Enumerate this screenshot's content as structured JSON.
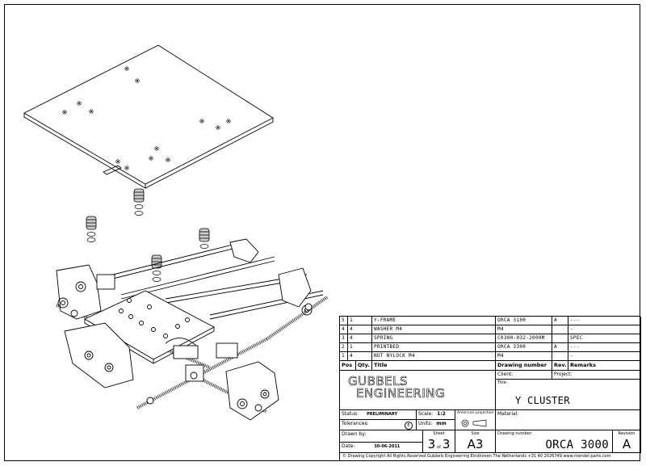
{
  "bom": {
    "header": {
      "pos": "Pos",
      "qty": "Qty.",
      "title": "Title",
      "drawing_number": "Drawing number",
      "rev": "Rev.",
      "remarks": "Remarks"
    },
    "rows": [
      {
        "pos": "5",
        "qty": "1",
        "title": "Y-FRAME",
        "drawing_number": "ORCA 3100",
        "rev": "A",
        "remarks": "---"
      },
      {
        "pos": "4",
        "qty": "4",
        "title": "WASHER M4",
        "drawing_number": "M4",
        "rev": "",
        "remarks": "-"
      },
      {
        "pos": "3",
        "qty": "4",
        "title": "SPRING",
        "drawing_number": "C0300-032-2000M",
        "rev": "",
        "remarks": "SPEC"
      },
      {
        "pos": "2",
        "qty": "1",
        "title": "PRINTBED",
        "drawing_number": "ORCA 3300",
        "rev": "A",
        "remarks": "---"
      },
      {
        "pos": "1",
        "qty": "4",
        "title": "NUT NYLOCK M4",
        "drawing_number": "M4",
        "rev": "",
        "remarks": "-"
      }
    ]
  },
  "titleblock": {
    "company_line1": "GUBBELS",
    "company_line2": "ENGINEERING",
    "client_label": "Client:",
    "project_label": "Project:",
    "title_label": "Title:",
    "title_value": "Y CLUSTER",
    "status_label": "Status:",
    "status_value": "PRELIMINARY",
    "scale_label": "Scale:",
    "scale_value": "1:2",
    "projection_label": "American projection",
    "material_label": "Material:",
    "tolerances_label": "Tolerances:",
    "tolerance_symbol": "E",
    "units_label": "Units:",
    "units_value": "mm",
    "drawn_by_label": "Drawn by:",
    "sheet_label": "Sheet",
    "sheet_num": "3",
    "sheet_of": "of",
    "sheet_total": "3",
    "size_label": "Size",
    "size_value": "A3",
    "drawing_number_label": "Drawing number:",
    "drawing_number_value": "ORCA 3000",
    "revision_label": "Revision",
    "revision_value": "A",
    "date_label": "Date:",
    "date_value": "30-06-2011"
  },
  "footer": "© Drawing Copyright   All Rights Reserved     Gubbels Engineering    Eindhoven  The Netherlands  +31 40 2026749  www.mendel-parts.com"
}
